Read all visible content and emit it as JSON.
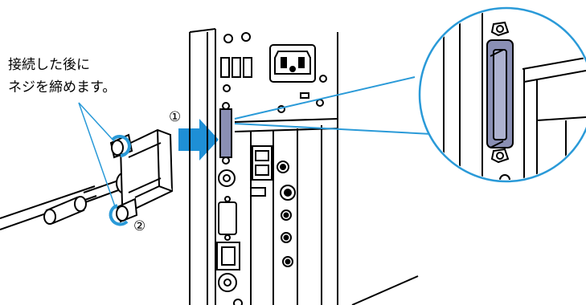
{
  "instruction": {
    "line1": "接続した後に",
    "line2": "ネジを締めます。"
  },
  "steps": {
    "step1": "①",
    "step2": "②"
  },
  "colors": {
    "highlight_blue": "#2a9ad8",
    "arrow_blue": "#1e8fd6",
    "connector_fill": "#8a8fb4",
    "outline": "#000000",
    "panel_fill": "#ffffff"
  }
}
